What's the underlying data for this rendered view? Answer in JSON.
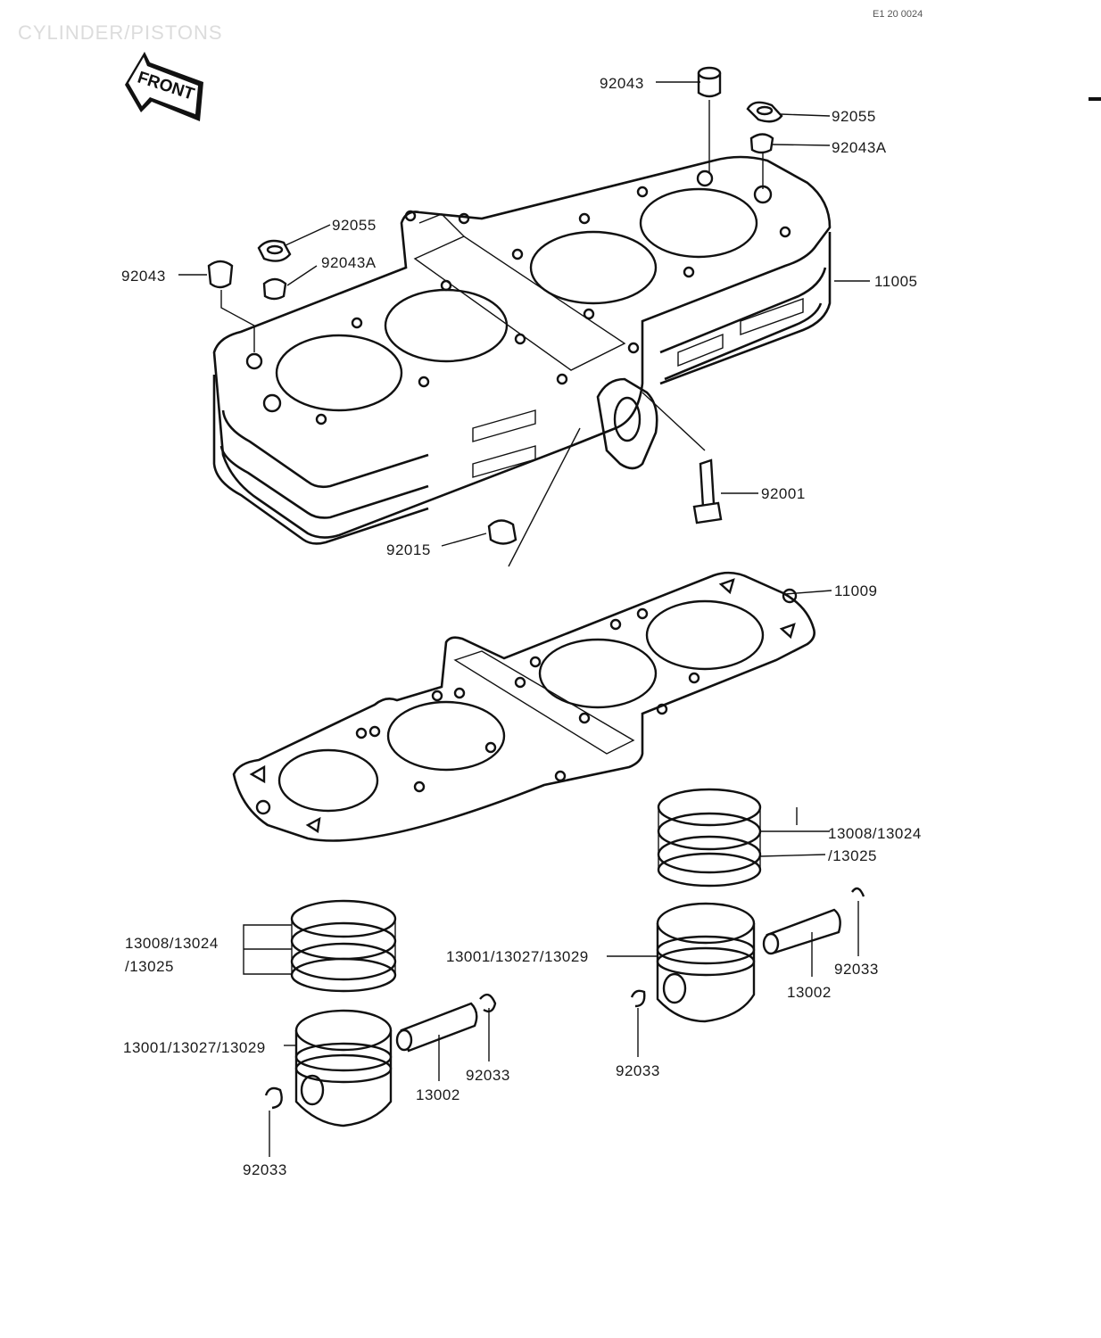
{
  "header": {
    "title": "CYLINDER/PISTONS",
    "code": "E1 20 0024"
  },
  "front_marker": {
    "text": "FRONT"
  },
  "labels": {
    "p92043_top": "92043",
    "p92055_top": "92055",
    "p92043A_top": "92043A",
    "p92055_left": "92055",
    "p92043_left": "92043",
    "p92043A_left": "92043A",
    "p11005": "11005",
    "p92001": "92001",
    "p92015": "92015",
    "p11009": "11009",
    "rings_right_a": "13008/13024",
    "rings_right_b": "/13025",
    "rings_left_a": "13008/13024",
    "rings_left_b": "/13025",
    "piston_right": "13001/13027/13029",
    "pin_right": "13002",
    "clip_right_1": "92033",
    "clip_right_2": "92033",
    "piston_left": "13001/13027/13029",
    "pin_left": "13002",
    "clip_left_1": "92033",
    "clip_left_2": "92033"
  }
}
